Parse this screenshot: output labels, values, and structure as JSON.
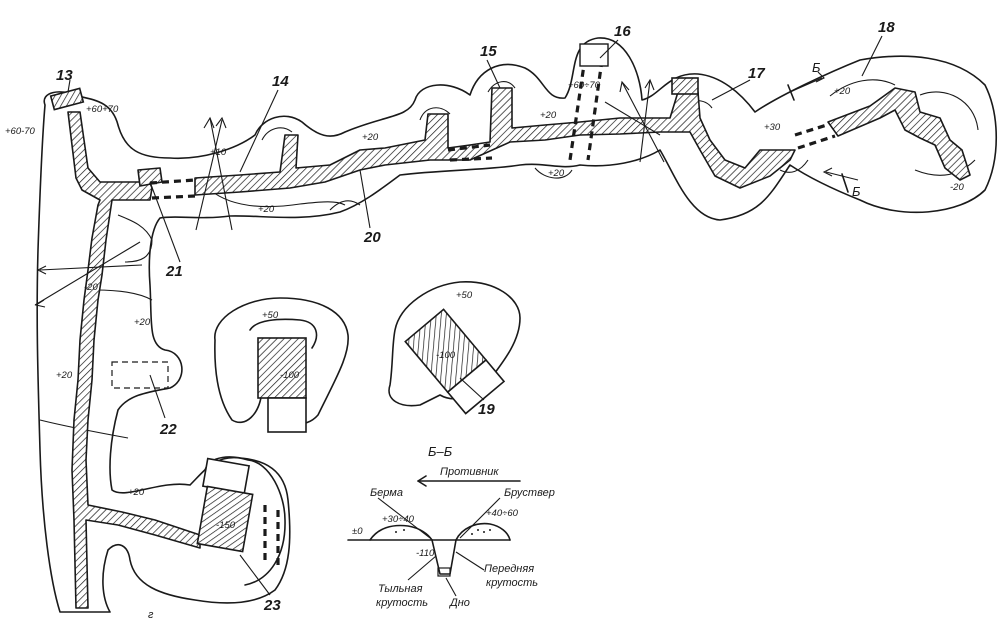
{
  "numbers": {
    "n13": "13",
    "n14": "14",
    "n15": "15",
    "n16": "16",
    "n17": "17",
    "n18": "18",
    "n19": "19",
    "n20": "20",
    "n21": "21",
    "n22": "22",
    "n23": "23"
  },
  "marks": {
    "left_top_a": "+60-70",
    "left_top_b": "+60+70",
    "m16": "+60÷70",
    "plus10": "+10",
    "plus20_a": "+20",
    "plus20_b": "+20",
    "plus20_c": "+20",
    "plus20_d": "+20",
    "plus20_e": "+20",
    "plus20_f": "+20",
    "plus20_g": "+20",
    "plus20_h": "+20",
    "plus30": "+30",
    "plus50_a": "+50",
    "plus50_b": "+50",
    "minus100_a": "-100",
    "minus100_b": "-100",
    "minus150": "-150",
    "minus20": "-20",
    "minus20_b": "-20"
  },
  "section": {
    "arrow_letter_top": "Б",
    "arrow_letter_bottom": "Б",
    "title": "Б–Б",
    "enemy": "Противник",
    "berm": "Берма",
    "parapet": "Бруствер",
    "left_height": "+30÷40",
    "right_height": "+40÷60",
    "ground_zero": "±0",
    "depth": "-110",
    "rear_slope_1": "Тыльная",
    "rear_slope_2": "крутость",
    "front_slope_1": "Передняя",
    "front_slope_2": "крутость",
    "bottom": "Дно"
  },
  "corner_letter": "г"
}
